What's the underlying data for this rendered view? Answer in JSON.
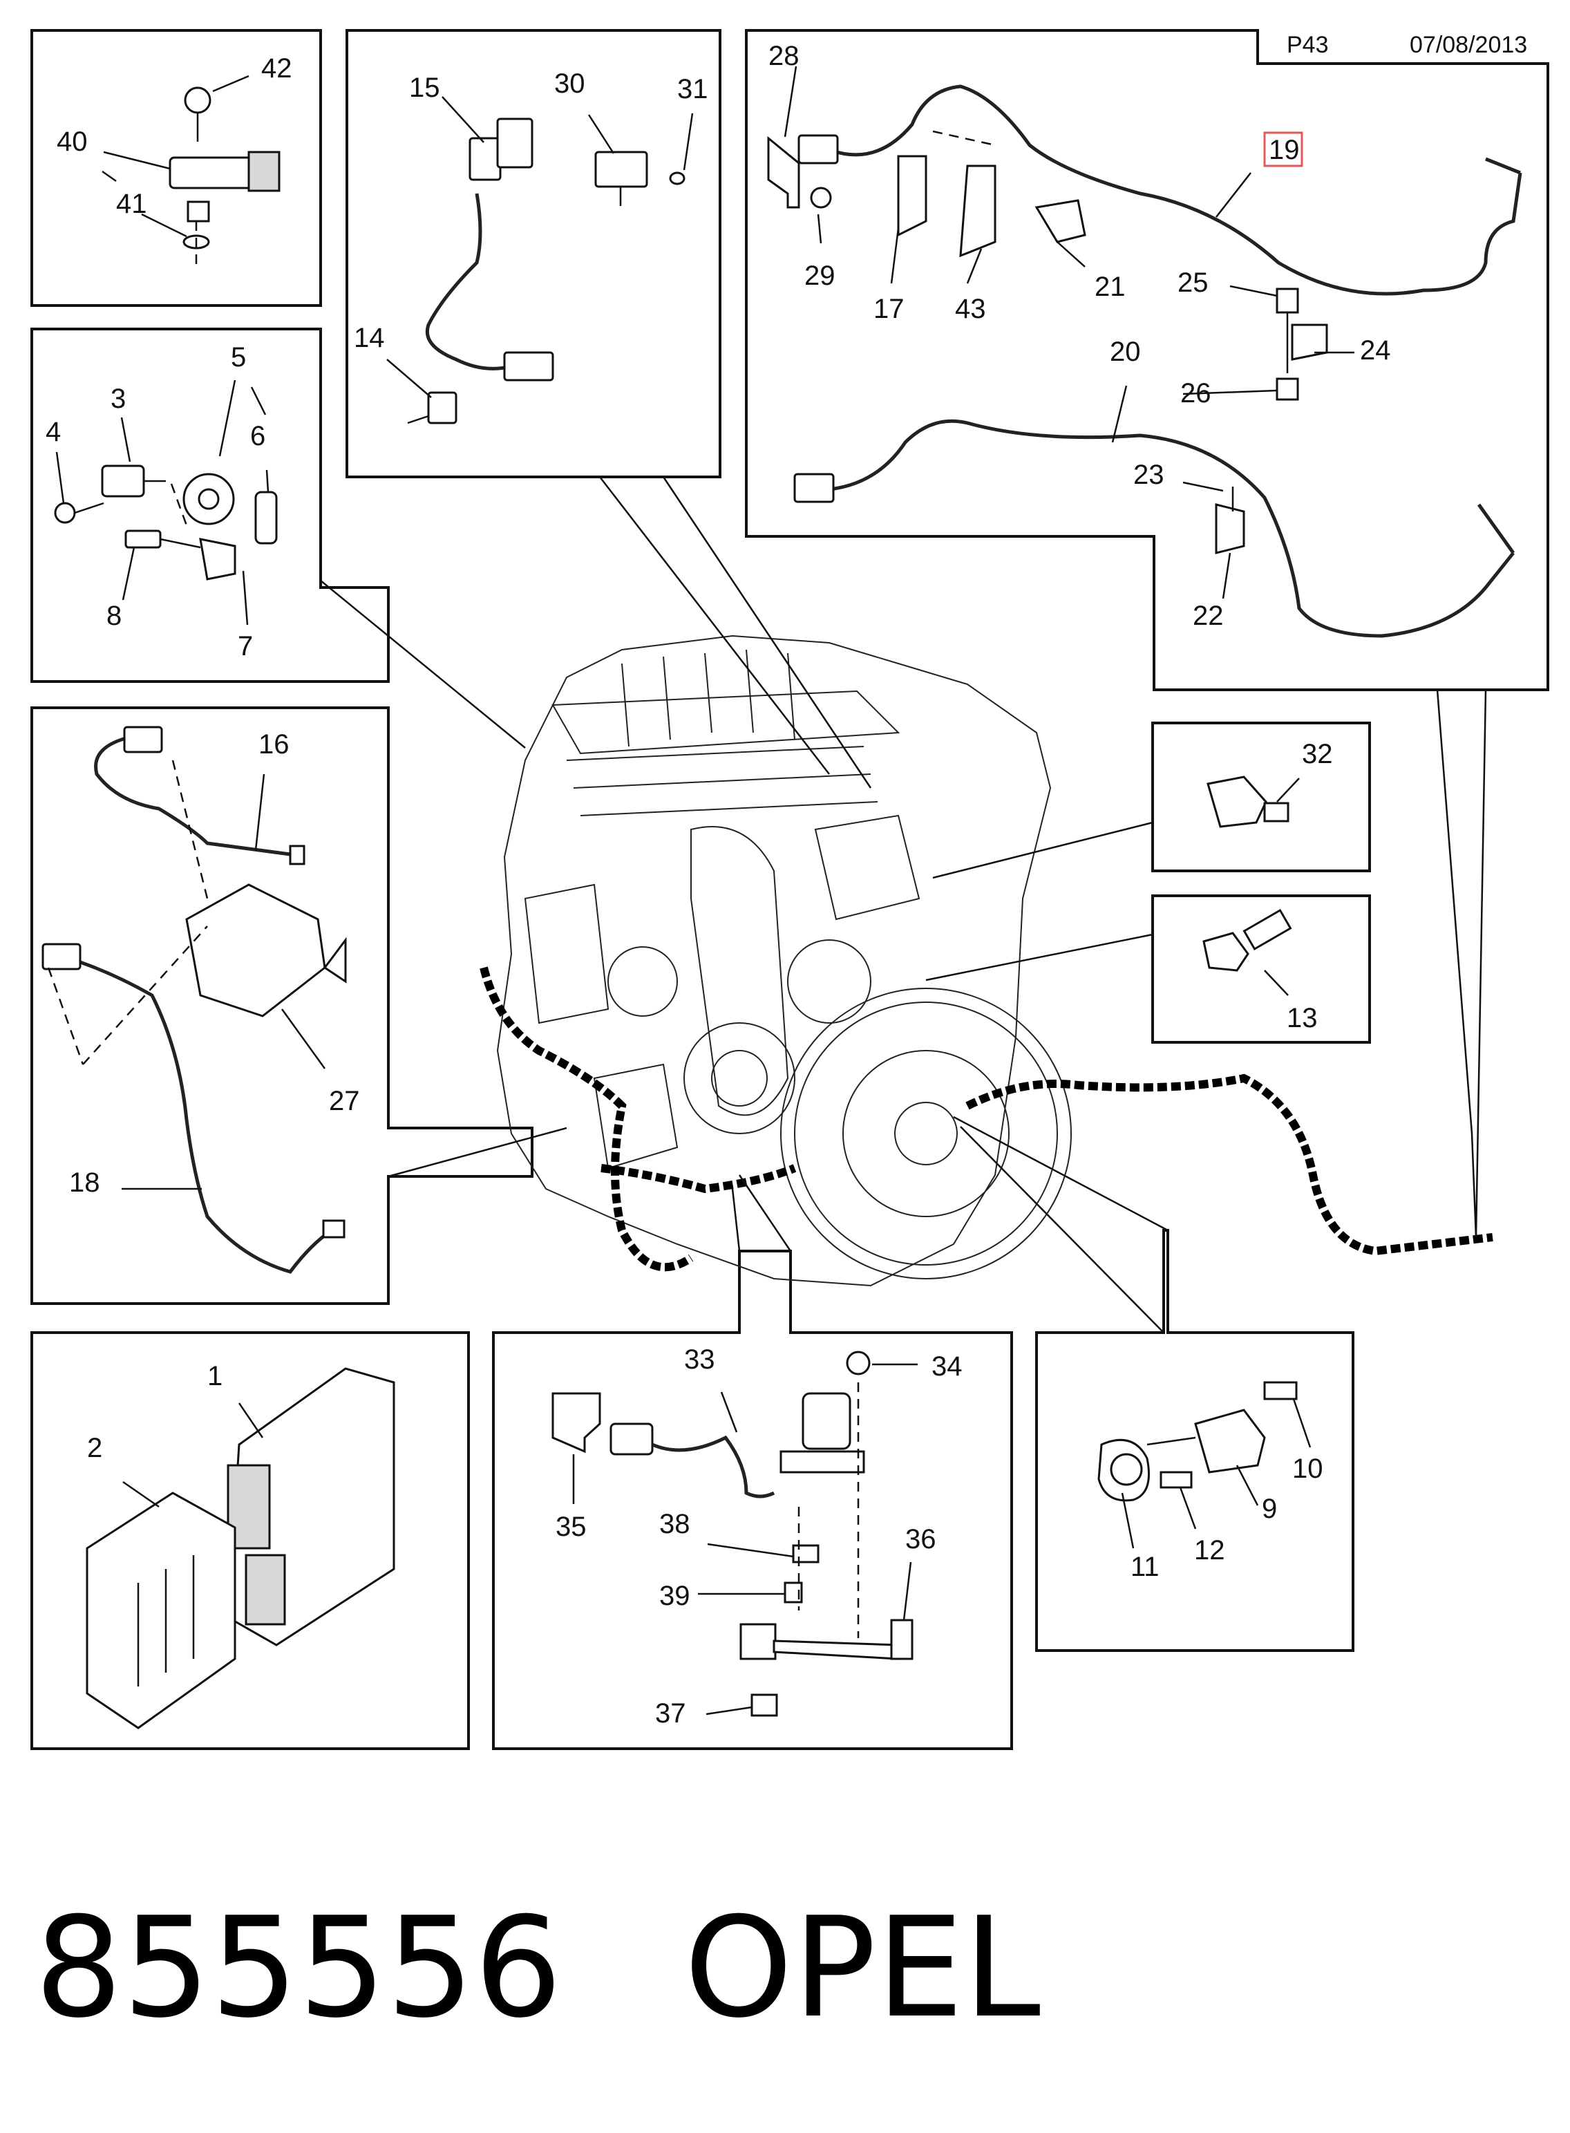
{
  "header": {
    "page": "P43",
    "date": "07/08/2013"
  },
  "footer": {
    "part_number": "855556",
    "brand": "OPEL"
  },
  "callouts": {
    "c1": "1",
    "c2": "2",
    "c3": "3",
    "c4": "4",
    "c5": "5",
    "c6": "6",
    "c7": "7",
    "c8": "8",
    "c9": "9",
    "c10": "10",
    "c11": "11",
    "c12": "12",
    "c13": "13",
    "c14": "14",
    "c15": "15",
    "c16": "16",
    "c17": "17",
    "c18": "18",
    "c19": "19",
    "c20": "20",
    "c21": "21",
    "c22": "22",
    "c23": "23",
    "c24": "24",
    "c25": "25",
    "c26": "26",
    "c27": "27",
    "c28": "28",
    "c29": "29",
    "c30": "30",
    "c31": "31",
    "c32": "32",
    "c33": "33",
    "c34": "34",
    "c35": "35",
    "c36": "36",
    "c37": "37",
    "c38": "38",
    "c39": "39",
    "c40": "40",
    "c41": "41",
    "c42": "42",
    "c43": "43"
  },
  "highlighted_callout": "19",
  "colors": {
    "highlight_border": "#e05a5a",
    "line": "#111111",
    "background": "#ffffff"
  }
}
